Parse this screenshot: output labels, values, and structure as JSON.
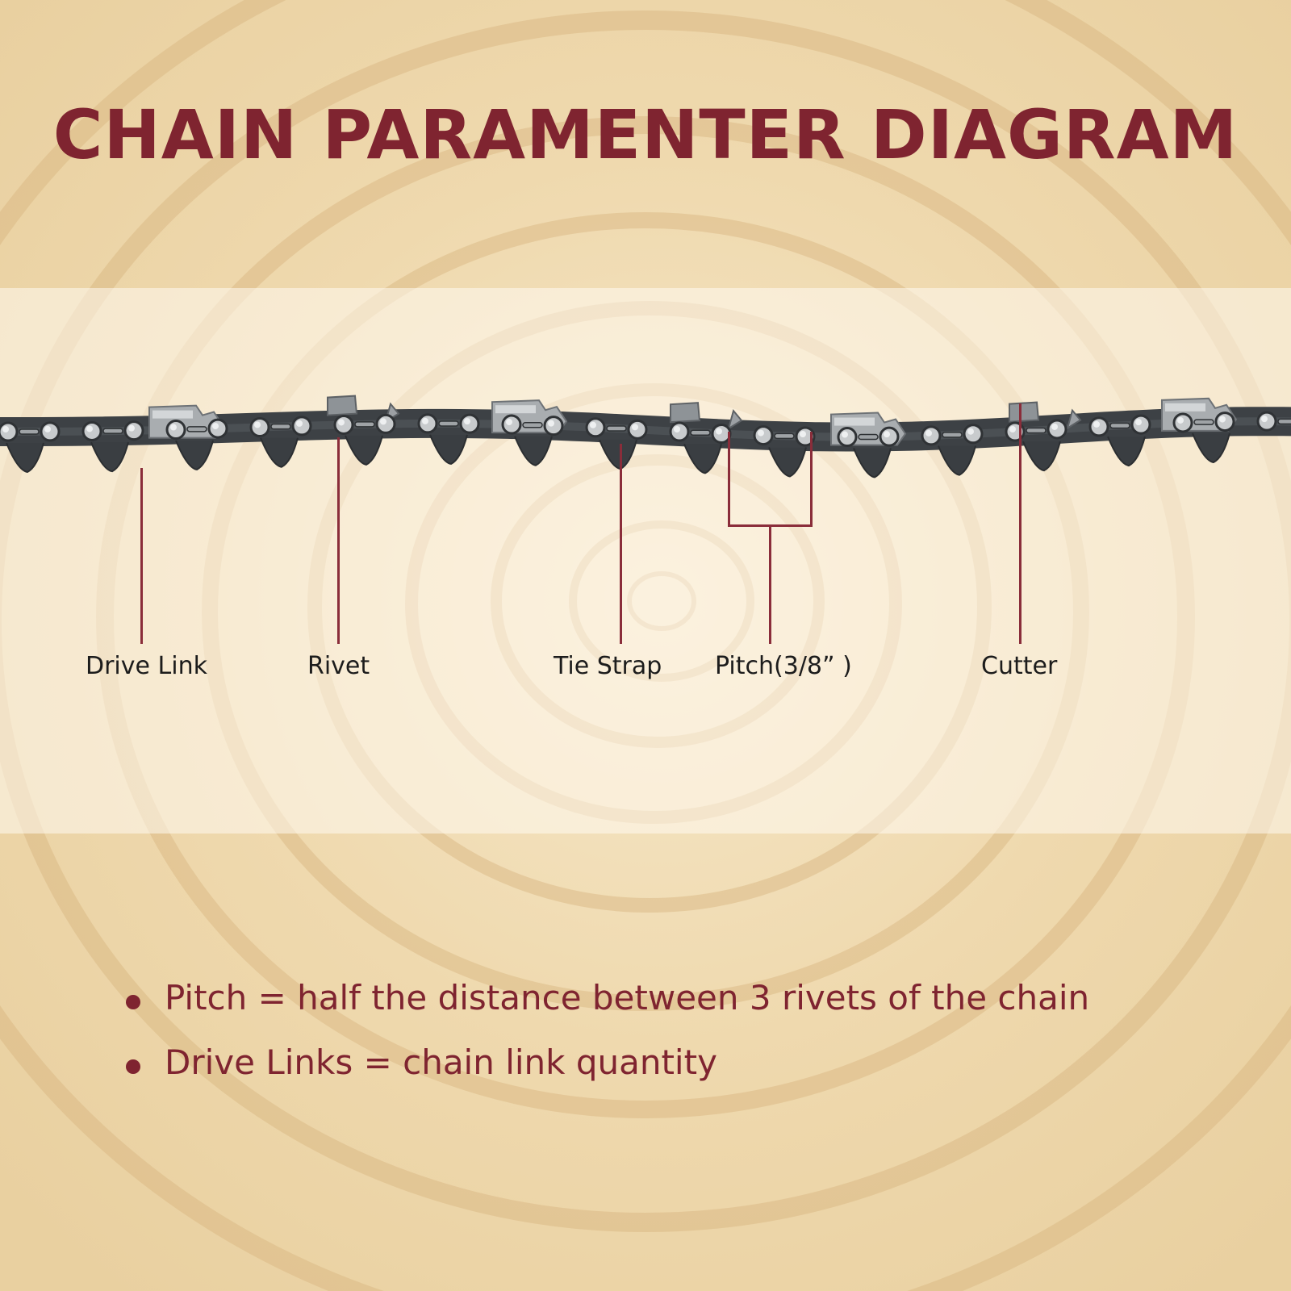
{
  "title": "CHAIN PARAMENTER DIAGRAM",
  "labels": {
    "drive_link": "Drive Link",
    "rivet": "Rivet",
    "tie_strap": "Tie Strap",
    "pitch": "Pitch(3/8” )",
    "cutter": "Cutter"
  },
  "notes": [
    "Pitch = half the distance between 3 rivets of the chain",
    "Drive Links = chain link quantity"
  ],
  "colors": {
    "accent": "#7f2430",
    "leader": "#8a2d3a",
    "wood": "#f0dcb2"
  }
}
